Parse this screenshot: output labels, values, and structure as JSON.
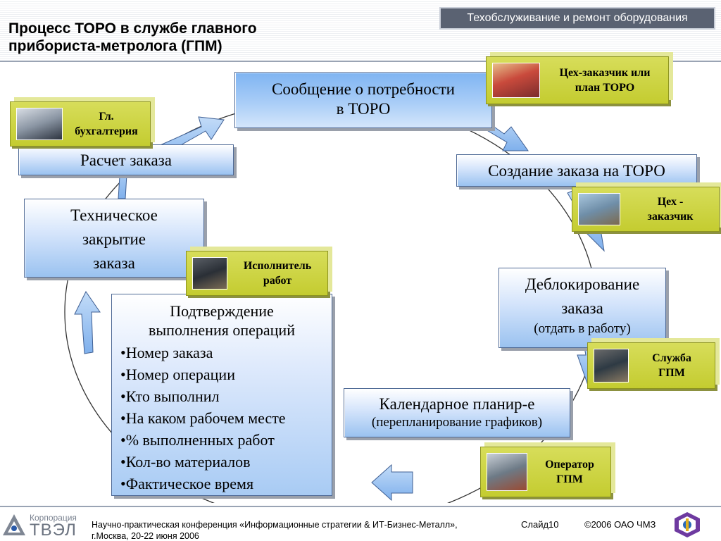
{
  "header": {
    "brand_tag": "Техобслуживание и ремонт оборудования",
    "title_line1": "Процесс ТОРО в службе главного",
    "title_line2": "прибориста-метролога (ГПМ)"
  },
  "process": {
    "need_message_line1": "Сообщение о потребности",
    "need_message_line2": "в ТОРО",
    "create_order": "Создание заказа на ТОРО",
    "unlock_line1": "Деблокирование",
    "unlock_line2": "заказа",
    "unlock_sub": "(отдать в работу)",
    "planning_line1": "Календарное планир-е",
    "planning_sub": "(перепланирование графиков)",
    "confirm_head_line1": "Подтверждение",
    "confirm_head_line2": "выполнения операций",
    "confirm_items": [
      "Номер заказа",
      "Номер операции",
      "Кто выполнил",
      "На каком рабочем месте",
      "% выполненных работ",
      "Кол-во материалов",
      "Фактическое время"
    ],
    "tech_close_line1": "Техническое",
    "tech_close_line2": "закрытие",
    "tech_close_line3": "заказа",
    "calc_order": "Расчет заказа"
  },
  "roles": {
    "customer_plan_line1": "Цех-заказчик или",
    "customer_plan_line2": "план ТОРО",
    "workshop_line1": "Цех -",
    "workshop_line2": "заказчик",
    "gpm_service_line1": "Служба",
    "gpm_service_line2": "ГПМ",
    "gpm_operator_line1": "Оператор",
    "gpm_operator_line2": "ГПМ",
    "executor_line1": "Исполнитель",
    "executor_line2": "работ",
    "accounting_line1": "Гл.",
    "accounting_line2": "бухгалтерия"
  },
  "footer": {
    "logo_small": "Корпорация",
    "logo_big": "ТВЭЛ",
    "conference_line1": "Научно-практическая конференция «Информационные стратегии & ИТ-Бизнес-Металл»,",
    "conference_line2": "г.Москва, 20-22 июня 2006",
    "slide_number": "Слайд10",
    "copyright": "©2006 ОАО ЧМЗ"
  },
  "colors": {
    "process_box": "#a9cdf7",
    "role_box": "#c9d03a",
    "arrow_fill": "#8cbcf0",
    "brand_bar": "#5a6272"
  }
}
